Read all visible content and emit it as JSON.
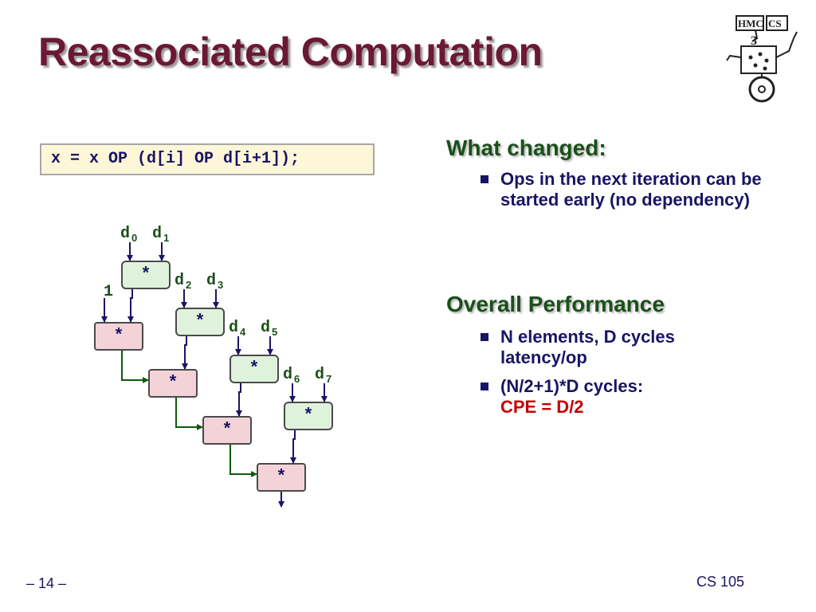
{
  "slide": {
    "title": "Reassociated Computation",
    "code": "x = x OP (d[i] OP d[i+1]);",
    "diagram": {
      "initial_value": "1",
      "operator": "*",
      "inputs": [
        {
          "base": "d",
          "sub": "0"
        },
        {
          "base": "d",
          "sub": "1"
        },
        {
          "base": "d",
          "sub": "2"
        },
        {
          "base": "d",
          "sub": "3"
        },
        {
          "base": "d",
          "sub": "4"
        },
        {
          "base": "d",
          "sub": "5"
        },
        {
          "base": "d",
          "sub": "6"
        },
        {
          "base": "d",
          "sub": "7"
        }
      ]
    },
    "sections": [
      {
        "heading": "What changed:",
        "bullets": [
          {
            "text": "Ops in the next iteration can be started early (no dependency)"
          }
        ]
      },
      {
        "heading": "Overall Performance",
        "bullets": [
          {
            "text": "N elements, D cycles latency/op"
          },
          {
            "text": "(N/2+1)*D cycles:",
            "highlight": "CPE = D/2"
          }
        ]
      }
    ],
    "footer": {
      "page": "– 14 –",
      "course": "CS 105"
    },
    "logo_text": {
      "left": "HMC",
      "right": "CS",
      "num": "3"
    },
    "colors": {
      "title": "#6b1836",
      "heading": "#1b4f1b",
      "body_text": "#1a1464",
      "highlight": "#c40000",
      "code_bg": "#fdf7d8",
      "green_node": "#dff3dc",
      "pink_node": "#f3d3d8",
      "arrow": "#1a1464",
      "chain_arrow": "#0e5a0e"
    }
  }
}
